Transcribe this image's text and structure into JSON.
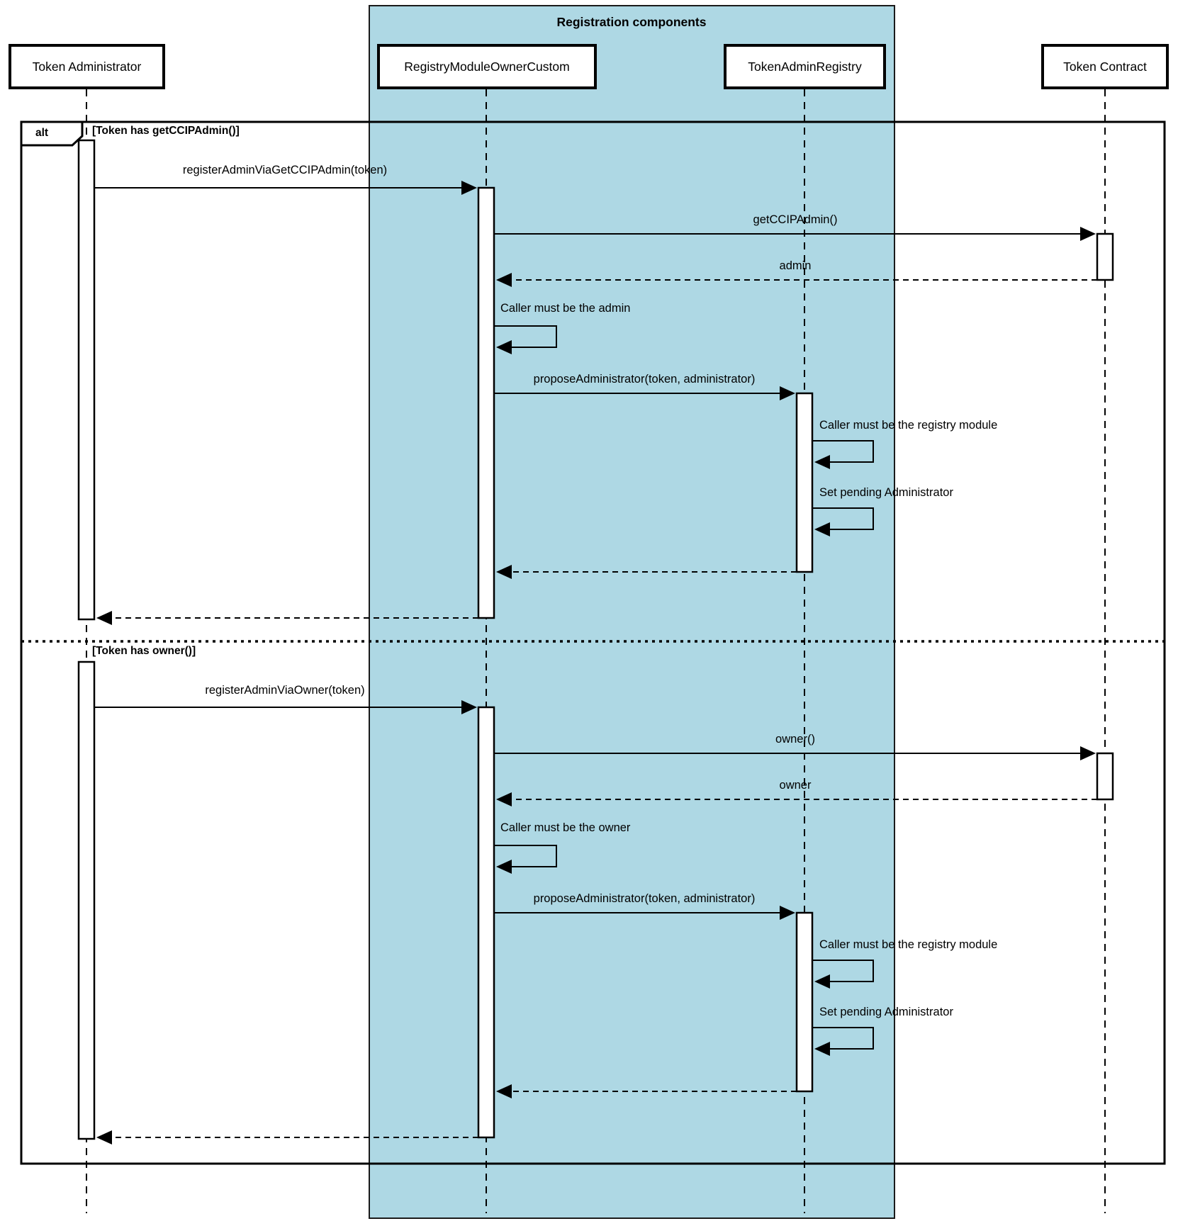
{
  "diagram": {
    "frame_title": "Registration components",
    "alt_operator": "alt",
    "colors": {
      "container_fill": "#aed8e4",
      "container_border": "#1a1a1a",
      "line": "#000000",
      "participant_fill": "#ffffff"
    },
    "participants": [
      {
        "name": "Token Administrator"
      },
      {
        "name": "RegistryModuleOwnerCustom"
      },
      {
        "name": "TokenAdminRegistry"
      },
      {
        "name": "Token Contract"
      }
    ],
    "sections": [
      {
        "guard": "[Token has getCCIPAdmin()]",
        "messages": [
          {
            "label": "registerAdminViaGetCCIPAdmin(token)",
            "from": "Token Administrator",
            "to": "RegistryModuleOwnerCustom",
            "type": "sync"
          },
          {
            "label": "getCCIPAdmin()",
            "from": "RegistryModuleOwnerCustom",
            "to": "Token Contract",
            "type": "sync"
          },
          {
            "label": "admin",
            "from": "Token Contract",
            "to": "RegistryModuleOwnerCustom",
            "type": "return"
          },
          {
            "label": "Caller must be the admin",
            "from": "RegistryModuleOwnerCustom",
            "to": "RegistryModuleOwnerCustom",
            "type": "self"
          },
          {
            "label": "proposeAdministrator(token, administrator)",
            "from": "RegistryModuleOwnerCustom",
            "to": "TokenAdminRegistry",
            "type": "sync"
          },
          {
            "label": "Caller must be the registry module",
            "from": "TokenAdminRegistry",
            "to": "TokenAdminRegistry",
            "type": "self"
          },
          {
            "label": "Set pending Administrator",
            "from": "TokenAdminRegistry",
            "to": "TokenAdminRegistry",
            "type": "self"
          },
          {
            "label": "",
            "from": "TokenAdminRegistry",
            "to": "RegistryModuleOwnerCustom",
            "type": "return"
          },
          {
            "label": "",
            "from": "RegistryModuleOwnerCustom",
            "to": "Token Administrator",
            "type": "return"
          }
        ]
      },
      {
        "guard": "[Token has owner()]",
        "messages": [
          {
            "label": "registerAdminViaOwner(token)",
            "from": "Token Administrator",
            "to": "RegistryModuleOwnerCustom",
            "type": "sync"
          },
          {
            "label": "owner()",
            "from": "RegistryModuleOwnerCustom",
            "to": "Token Contract",
            "type": "sync"
          },
          {
            "label": "owner",
            "from": "Token Contract",
            "to": "RegistryModuleOwnerCustom",
            "type": "return"
          },
          {
            "label": "Caller must be the owner",
            "from": "RegistryModuleOwnerCustom",
            "to": "RegistryModuleOwnerCustom",
            "type": "self"
          },
          {
            "label": "proposeAdministrator(token, administrator)",
            "from": "RegistryModuleOwnerCustom",
            "to": "TokenAdminRegistry",
            "type": "sync"
          },
          {
            "label": "Caller must be the registry module",
            "from": "TokenAdminRegistry",
            "to": "TokenAdminRegistry",
            "type": "self"
          },
          {
            "label": "Set pending Administrator",
            "from": "TokenAdminRegistry",
            "to": "TokenAdminRegistry",
            "type": "self"
          },
          {
            "label": "",
            "from": "TokenAdminRegistry",
            "to": "RegistryModuleOwnerCustom",
            "type": "return"
          },
          {
            "label": "",
            "from": "RegistryModuleOwnerCustom",
            "to": "Token Administrator",
            "type": "return"
          }
        ]
      }
    ]
  }
}
